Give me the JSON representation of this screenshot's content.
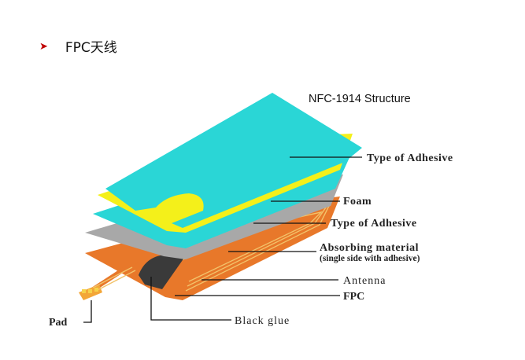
{
  "heading": {
    "bullet_icon": "arrow-bullet-icon",
    "title": "FPC天线"
  },
  "diagram": {
    "title": "NFC-1914 Structure",
    "labels": {
      "adhesive_top": "Type of Adhesive",
      "foam": "Foam",
      "adhesive_mid": "Type of Adhesive",
      "absorbing": "Absorbing material",
      "absorbing_note": "(single side with adhesive)",
      "antenna": "Antenna",
      "fpc": "FPC",
      "pad": "Pad",
      "black_glue": "Black glue"
    },
    "colors": {
      "adhesive": "#2ad6d6",
      "foam": "#f4f01a",
      "absorbing": "#a8a8a8",
      "fpc": "#e8782a",
      "antenna": "#f2c26a",
      "black_glue": "#3a3a3a"
    }
  }
}
